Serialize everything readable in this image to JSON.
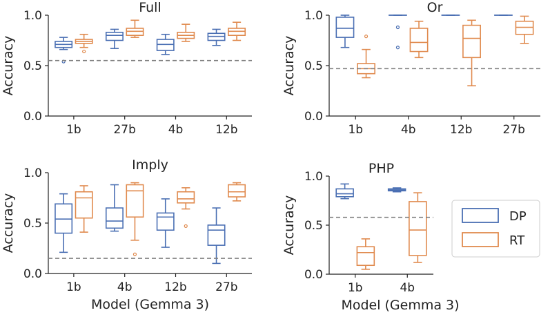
{
  "figure": {
    "legend": {
      "items": [
        {
          "label": "DP",
          "color": "#4a6fb3"
        },
        {
          "label": "RT",
          "color": "#e08a4e"
        }
      ],
      "placement": "right"
    },
    "baseline_color": "#808080"
  },
  "chart_data": [
    {
      "type": "box",
      "title": "Full",
      "ylabel": "Accuracy",
      "xlabel": "",
      "ylim": [
        0,
        1
      ],
      "yticks": [
        "0.0",
        "0.5",
        "1.0"
      ],
      "categories": [
        "1b",
        "27b",
        "4b",
        "12b"
      ],
      "baseline": 0.55,
      "series": [
        {
          "name": "DP",
          "boxes": [
            {
              "whislo": 0.66,
              "q1": 0.68,
              "med": 0.71,
              "q3": 0.74,
              "whishi": 0.78,
              "fliers": [
                0.54
              ]
            },
            {
              "whislo": 0.67,
              "q1": 0.75,
              "med": 0.8,
              "q3": 0.83,
              "whishi": 0.86,
              "fliers": []
            },
            {
              "whislo": 0.61,
              "q1": 0.65,
              "med": 0.71,
              "q3": 0.76,
              "whishi": 0.81,
              "fliers": []
            },
            {
              "whislo": 0.7,
              "q1": 0.75,
              "med": 0.79,
              "q3": 0.82,
              "whishi": 0.86,
              "fliers": []
            }
          ]
        },
        {
          "name": "RT",
          "boxes": [
            {
              "whislo": 0.68,
              "q1": 0.72,
              "med": 0.74,
              "q3": 0.76,
              "whishi": 0.81,
              "fliers": [
                0.64
              ]
            },
            {
              "whislo": 0.78,
              "q1": 0.8,
              "med": 0.84,
              "q3": 0.87,
              "whishi": 0.95,
              "fliers": []
            },
            {
              "whislo": 0.74,
              "q1": 0.77,
              "med": 0.8,
              "q3": 0.83,
              "whishi": 0.91,
              "fliers": []
            },
            {
              "whislo": 0.75,
              "q1": 0.8,
              "med": 0.84,
              "q3": 0.87,
              "whishi": 0.93,
              "fliers": []
            }
          ]
        }
      ]
    },
    {
      "type": "box",
      "title": "Or",
      "ylabel": "Accuracy",
      "xlabel": "",
      "ylim": [
        0,
        1
      ],
      "yticks": [
        "0.0",
        "0.5",
        "1.0"
      ],
      "categories": [
        "1b",
        "4b",
        "12b",
        "27b"
      ],
      "baseline": 0.47,
      "series": [
        {
          "name": "DP",
          "boxes": [
            {
              "whislo": 0.68,
              "q1": 0.78,
              "med": 0.87,
              "q3": 0.98,
              "whishi": 1.0,
              "fliers": []
            },
            {
              "whislo": 1.0,
              "q1": 1.0,
              "med": 1.0,
              "q3": 1.0,
              "whishi": 1.0,
              "fliers": [
                0.88,
                0.68
              ]
            },
            {
              "whislo": 1.0,
              "q1": 1.0,
              "med": 1.0,
              "q3": 1.0,
              "whishi": 1.0,
              "fliers": []
            },
            {
              "whislo": 1.0,
              "q1": 1.0,
              "med": 1.0,
              "q3": 1.0,
              "whishi": 1.0,
              "fliers": []
            }
          ]
        },
        {
          "name": "RT",
          "boxes": [
            {
              "whislo": 0.38,
              "q1": 0.42,
              "med": 0.47,
              "q3": 0.52,
              "whishi": 0.66,
              "fliers": [
                0.79
              ]
            },
            {
              "whislo": 0.58,
              "q1": 0.64,
              "med": 0.73,
              "q3": 0.87,
              "whishi": 0.94,
              "fliers": []
            },
            {
              "whislo": 0.3,
              "q1": 0.58,
              "med": 0.77,
              "q3": 0.9,
              "whishi": 0.95,
              "fliers": []
            },
            {
              "whislo": 0.72,
              "q1": 0.81,
              "med": 0.88,
              "q3": 0.94,
              "whishi": 0.99,
              "fliers": []
            }
          ]
        }
      ]
    },
    {
      "type": "box",
      "title": "Imply",
      "ylabel": "Accuracy",
      "xlabel": "Model (Gemma 3)",
      "ylim": [
        0,
        1
      ],
      "yticks": [
        "0.0",
        "0.5",
        "1.0"
      ],
      "categories": [
        "1b",
        "4b",
        "12b",
        "27b"
      ],
      "baseline": 0.15,
      "series": [
        {
          "name": "DP",
          "boxes": [
            {
              "whislo": 0.21,
              "q1": 0.4,
              "med": 0.54,
              "q3": 0.69,
              "whishi": 0.79,
              "fliers": []
            },
            {
              "whislo": 0.42,
              "q1": 0.45,
              "med": 0.52,
              "q3": 0.65,
              "whishi": 0.88,
              "fliers": []
            },
            {
              "whislo": 0.26,
              "q1": 0.43,
              "med": 0.56,
              "q3": 0.6,
              "whishi": 0.74,
              "fliers": []
            },
            {
              "whislo": 0.1,
              "q1": 0.28,
              "med": 0.43,
              "q3": 0.48,
              "whishi": 0.65,
              "fliers": []
            }
          ]
        },
        {
          "name": "RT",
          "boxes": [
            {
              "whislo": 0.41,
              "q1": 0.55,
              "med": 0.75,
              "q3": 0.81,
              "whishi": 0.87,
              "fliers": []
            },
            {
              "whislo": 0.33,
              "q1": 0.56,
              "med": 0.82,
              "q3": 0.88,
              "whishi": 0.9,
              "fliers": [
                0.19
              ]
            },
            {
              "whislo": 0.64,
              "q1": 0.7,
              "med": 0.74,
              "q3": 0.81,
              "whishi": 0.85,
              "fliers": [
                0.47
              ]
            },
            {
              "whislo": 0.72,
              "q1": 0.76,
              "med": 0.81,
              "q3": 0.88,
              "whishi": 0.9,
              "fliers": []
            }
          ]
        }
      ]
    },
    {
      "type": "box",
      "title": "PHP",
      "ylabel": "Accuracy",
      "xlabel": "Model (Gemma 3)",
      "ylim": [
        0,
        1
      ],
      "yticks": [
        "0.0",
        "0.5",
        "1.0"
      ],
      "categories": [
        "1b",
        "4b"
      ],
      "baseline": 0.58,
      "series": [
        {
          "name": "DP",
          "boxes": [
            {
              "whislo": 0.77,
              "q1": 0.79,
              "med": 0.82,
              "q3": 0.87,
              "whishi": 0.92,
              "fliers": []
            },
            {
              "whislo": 0.84,
              "q1": 0.85,
              "med": 0.86,
              "q3": 0.87,
              "whishi": 0.88,
              "fliers": []
            }
          ]
        },
        {
          "name": "RT",
          "boxes": [
            {
              "whislo": 0.05,
              "q1": 0.09,
              "med": 0.22,
              "q3": 0.28,
              "whishi": 0.36,
              "fliers": []
            },
            {
              "whislo": 0.12,
              "q1": 0.19,
              "med": 0.45,
              "q3": 0.74,
              "whishi": 0.83,
              "fliers": []
            }
          ]
        }
      ]
    }
  ]
}
